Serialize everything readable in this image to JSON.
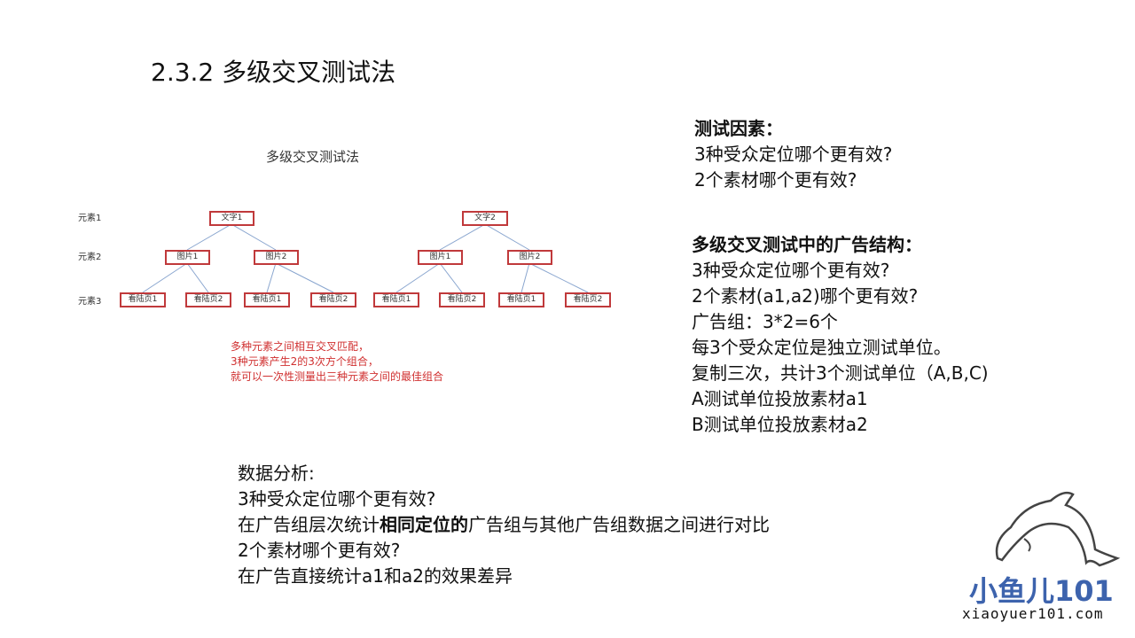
{
  "title": "2.3.2 多级交叉测试法",
  "diagram": {
    "title": "多级交叉测试法",
    "levels": [
      "元素1",
      "元素2",
      "元素3"
    ],
    "tree1": {
      "root": "文字1",
      "mid": [
        "图片1",
        "图片2"
      ],
      "leaf": [
        "看陆页1",
        "看陆页2",
        "看陆页1",
        "看陆页2"
      ]
    },
    "tree2": {
      "root": "文字2",
      "mid": [
        "图片1",
        "图片2"
      ],
      "leaf": [
        "看陆页1",
        "看陆页2",
        "看陆页1",
        "看陆页2"
      ]
    },
    "note": [
      "多种元素之间相互交叉匹配，",
      "3种元素产生2的3次方个组合，",
      "就可以一次性测量出三种元素之间的最佳组合"
    ]
  },
  "factors": {
    "heading": "测试因素：",
    "lines": [
      "3种受众定位哪个更有效?",
      "2个素材哪个更有效?"
    ]
  },
  "structure": {
    "heading": "多级交叉测试中的广告结构：",
    "lines": [
      "3种受众定位哪个更有效?",
      "2个素材(a1,a2)哪个更有效?",
      "广告组：3*2=6个",
      "每3个受众定位是独立测试单位。",
      "复制三次，共计3个测试单位（A,B,C)",
      "A测试单位投放素材a1",
      "B测试单位投放素材a2"
    ]
  },
  "analysis": {
    "heading": "数据分析:",
    "line1": "3种受众定位哪个更有效?",
    "line2_pre": "在广告组层次统计",
    "line2_bold": "相同定位的",
    "line2_post": "广告组与其他广告组数据之间进行对比",
    "line3": "2个素材哪个更有效?",
    "line4": "在广告直接统计a1和a2的效果差异"
  },
  "logo": {
    "name": "小鱼儿101",
    "url": "xiaoyuer101.com",
    "color": "#3d63ad"
  }
}
